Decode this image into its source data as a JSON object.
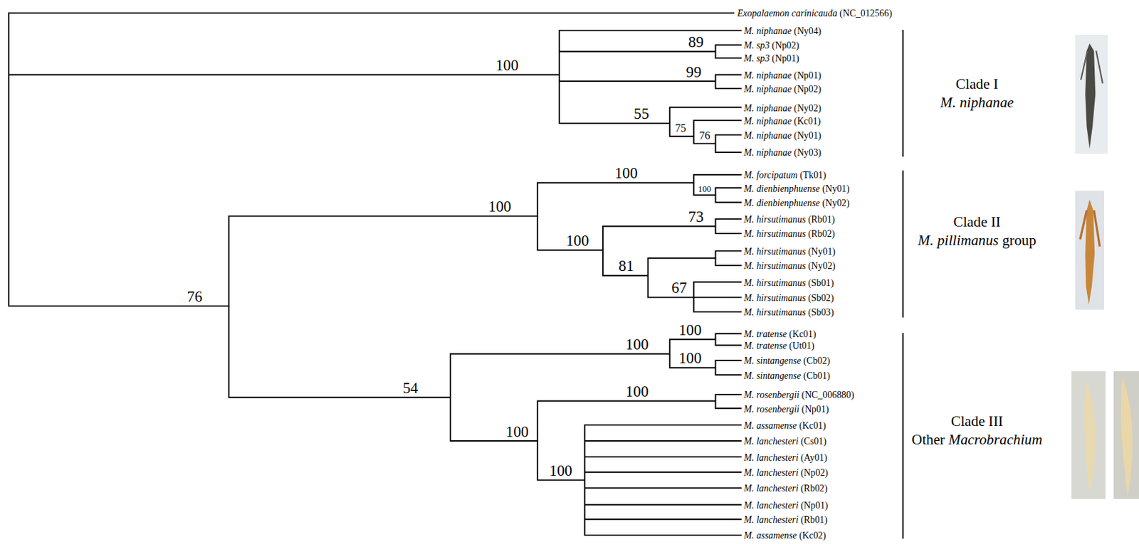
{
  "diagram": {
    "labels": [
      "Exopalaemon carinicauda (NC_012566)",
      "M. niphanae (Ny04)",
      "M. sp3 (Np02)",
      "M. sp3 (Np01)",
      "M. niphanae (Np01)",
      "M. niphanae (Np02)",
      "M. niphanae (Ny02)",
      "M. niphanae (Kc01)",
      "M. niphanae (Ny01)",
      "M. niphanae (Ny03)",
      "M. forcipatum (Tk01)",
      "M. dienbienphuense (Ny01)",
      "M. dienbienphuense (Ny02)",
      "M. hirsutimanus (Rb01)",
      "M. hirsutimanus (Rb02)",
      "M. hirsutimanus (Ny01)",
      "M. hirsutimanus (Ny02)",
      "M. hirsutimanus (Sb01)",
      "M. hirsutimanus (Sb02)",
      "M. hirsutimanus (Sb03)",
      "M. tratense (Kc01)",
      "M. tratense (Ut01)",
      "M. sintangense (Cb02)",
      "M. sintangense (Cb01)",
      "M. rosenbergii (NC_006880)",
      "M. rosenbergii (Np01)",
      "M. assamense (Kc01)",
      "M. lanchesteri (Cs01)",
      "M. lanchesteri (Ay01)",
      "M. lanchesteri (Np02)",
      "M. lanchesteri (Rb02)",
      "M. lanchesteri (Np01)",
      "M. lanchesteri (Rb01)",
      "M. assamense (Kc02)",
      "89",
      "100",
      "99",
      "55",
      "75",
      "76",
      "100",
      "100",
      "100",
      "73",
      "100",
      "81",
      "67",
      "76",
      "100",
      "100",
      "100",
      "54",
      "100",
      "100",
      "100",
      "Clade I",
      "M. niphanae",
      "Clade II",
      "M. pillimanus group",
      "Clade III",
      "Other Macrobrachium"
    ]
  }
}
